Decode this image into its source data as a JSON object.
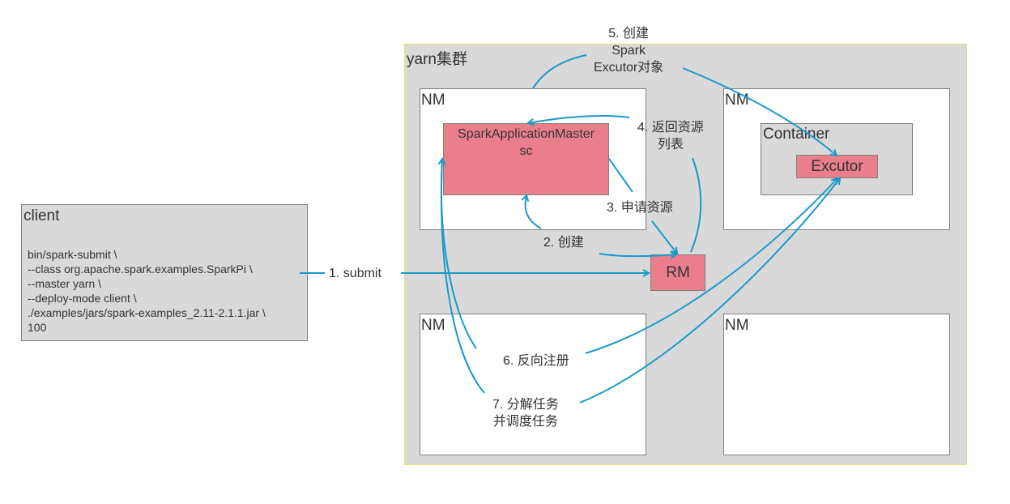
{
  "client": {
    "title": "client",
    "command": "bin/spark-submit \\\n--class org.apache.spark.examples.SparkPi \\\n--master yarn \\\n--deploy-mode client \\\n./examples/jars/spark-examples_2.11-2.1.1.jar \\\n100"
  },
  "yarn": {
    "title": "yarn集群",
    "node_managers": [
      {
        "title": "NM"
      },
      {
        "title": "NM"
      },
      {
        "title": "NM"
      },
      {
        "title": "NM"
      }
    ],
    "app_master": {
      "line1": "SparkApplicationMaster",
      "line2": "sc"
    },
    "container": {
      "title": "Container"
    },
    "executor": {
      "label": "Excutor"
    },
    "resource_manager": {
      "label": "RM"
    }
  },
  "steps": {
    "s1": "1. submit",
    "s2": "2. 创建",
    "s3": "3. 申请资源",
    "s4_line1": "4. 返回资源",
    "s4_line2": "列表",
    "s5_line1": "5. 创建",
    "s5_line2": "Spark",
    "s5_line3": "Excutor对象",
    "s6": "6. 反向注册",
    "s7_line1": "7. 分解任务",
    "s7_line2": "并调度任务"
  },
  "colors": {
    "arrow": "#1a9ac9",
    "component_fill": "#ea7f8b",
    "cluster_fill": "#d9d9d9",
    "cluster_border": "#e6df70"
  }
}
